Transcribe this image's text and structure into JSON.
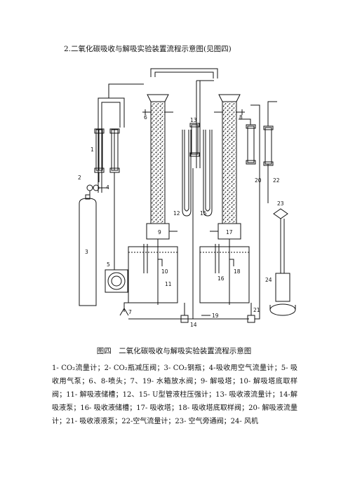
{
  "heading": "2.二氧化碳吸收与解吸实验装置流程示意图(见图四)",
  "figure": {
    "caption": "图四　二氧化碳吸收与解吸实验装置流程示意图",
    "labels": [
      "1",
      "2",
      "3",
      "4",
      "5",
      "6",
      "7",
      "8",
      "9",
      "10",
      "11",
      "12",
      "13",
      "14",
      "15",
      "16",
      "17",
      "18",
      "19",
      "20",
      "21",
      "22",
      "23",
      "24"
    ]
  },
  "legend_text": "1- CO₂流量计；2- CO₂瓶减压阀；3- CO₂钢瓶；4-吸收用空气流量计；5- 吸收用气泵；6、8-喷头；7、19- 水箱放水阀；9- 解吸塔；10- 解吸塔底取样阀；11- 解吸液储槽；12、15- U型管液柱压强计；13- 吸收液流量计；14-解吸液泵；16- 吸收液储槽；17- 吸收塔；18- 吸收塔底取样阀；20- 解吸液流量计；21- 吸收液液泵；22-空气流量计；23- 空气旁通阀；24- 风机"
}
